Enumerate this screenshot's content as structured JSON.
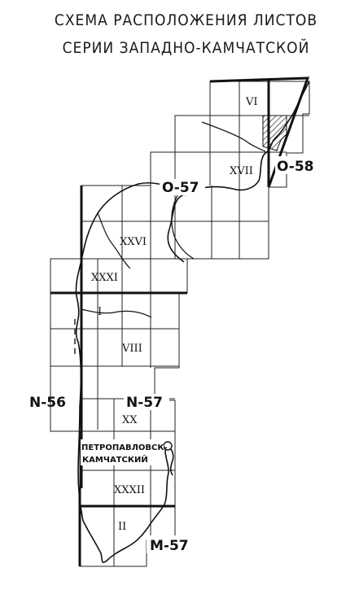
{
  "title_line1": "СХЕМА РАСПОЛОЖЕНИЯ ЛИСТОВ",
  "title_line2": "СЕРИИ ЗАПАДНО-КАМЧАТСКОЙ",
  "sheet_labels": {
    "o57": "O-57",
    "o58": "O-58",
    "n56": "N-56",
    "n57": "N-57",
    "m57": "M-57"
  },
  "sheet_numbers": {
    "vi": "VI",
    "xvii": "XVII",
    "xxvi": "XXVI",
    "xxxi": "XXXI",
    "i": "I",
    "viii": "VIII",
    "xx": "XX",
    "xxxii": "XXXII",
    "ii": "II"
  },
  "city": {
    "line1": "ПЕТРОПАВЛОВСК-",
    "line2": "КАМЧАТСКИЙ"
  }
}
